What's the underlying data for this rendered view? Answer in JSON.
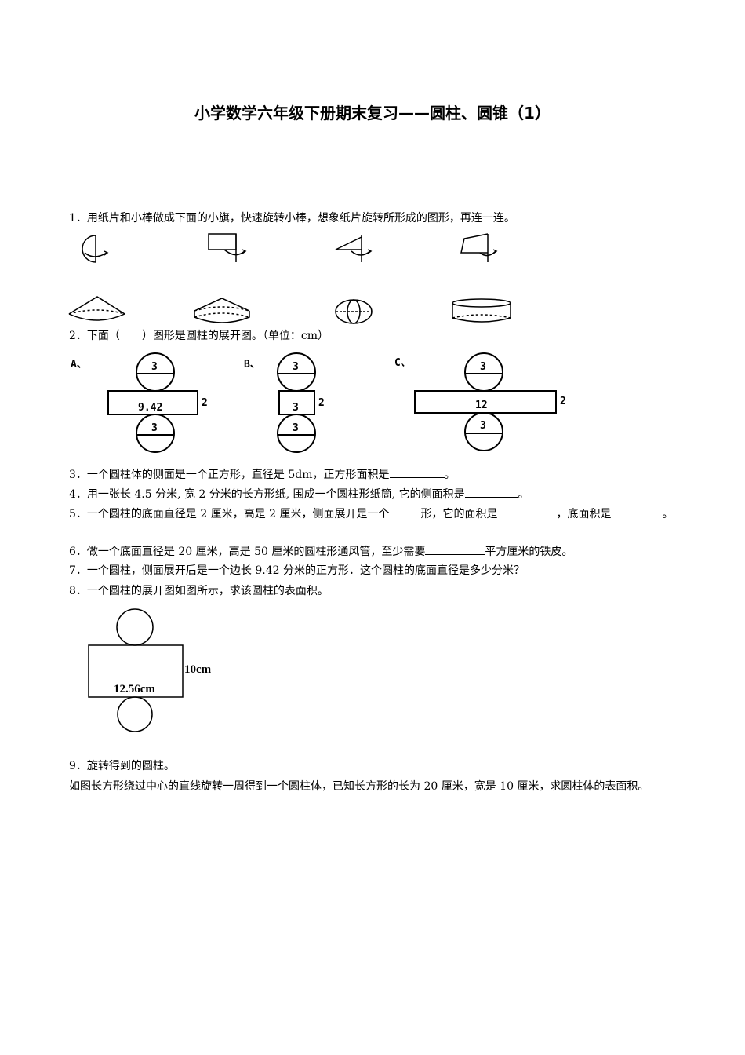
{
  "title": "小学数学六年级下册期末复习——圆柱、圆锥（1）",
  "q1": "1．用纸片和小棒做成下面的小旗，快速旋转小棒，想象纸片旋转所形成的图形，再连一连。",
  "q2": "2．下面（　　）图形是圆柱的展开图。（单位：cm）",
  "q2_options": {
    "a": {
      "label": "A、",
      "top_circle": "3",
      "rect": "9.42",
      "side": "2",
      "bottom_circle": "3"
    },
    "b": {
      "label": "B、",
      "top_circle": "3",
      "rect": "3",
      "side": "2",
      "bottom_circle": "3"
    },
    "c": {
      "label": "C、",
      "top_circle": "3",
      "rect": "12",
      "side": "2",
      "bottom_circle": "3"
    }
  },
  "q3": {
    "pre": "3．一个圆柱体的侧面是一个正方形，直径是 5dm，正方形面积是",
    "post": "。"
  },
  "q4": {
    "pre": "4．用一张长 4.5 分米, 宽 2 分米的长方形纸, 围成一个圆柱形纸筒, 它的侧面积是",
    "post": "。"
  },
  "q5": {
    "pre": "5．一个圆柱的底面直径是 2 厘米，高是 2 厘米，侧面展开是一个",
    "mid1": "形，它的面积是",
    "mid2": "，底面积是",
    "post": "。"
  },
  "q6": {
    "pre": "6．做一个底面直径是 20 厘米，高是 50 厘米的圆柱形通风管，至少需要",
    "post": "平方厘米的铁皮。"
  },
  "q7": "7．一个圆柱，侧面展开后是一个边长 9.42 分米的正方形．这个圆柱的底面直径是多少分米？",
  "q8": "8．一个圆柱的展开图如图所示，求该圆柱的表面积。",
  "q8_figure": {
    "rect_label": "12.56cm",
    "side_label": "10cm"
  },
  "q9_title": "9．旋转得到的圆柱。",
  "q9_body": "如图长方形绕过中心的直线旋转一周得到一个圆柱体，已知长方形的长为 20 厘米，宽是 10 厘米，求圆柱体的表面积。"
}
